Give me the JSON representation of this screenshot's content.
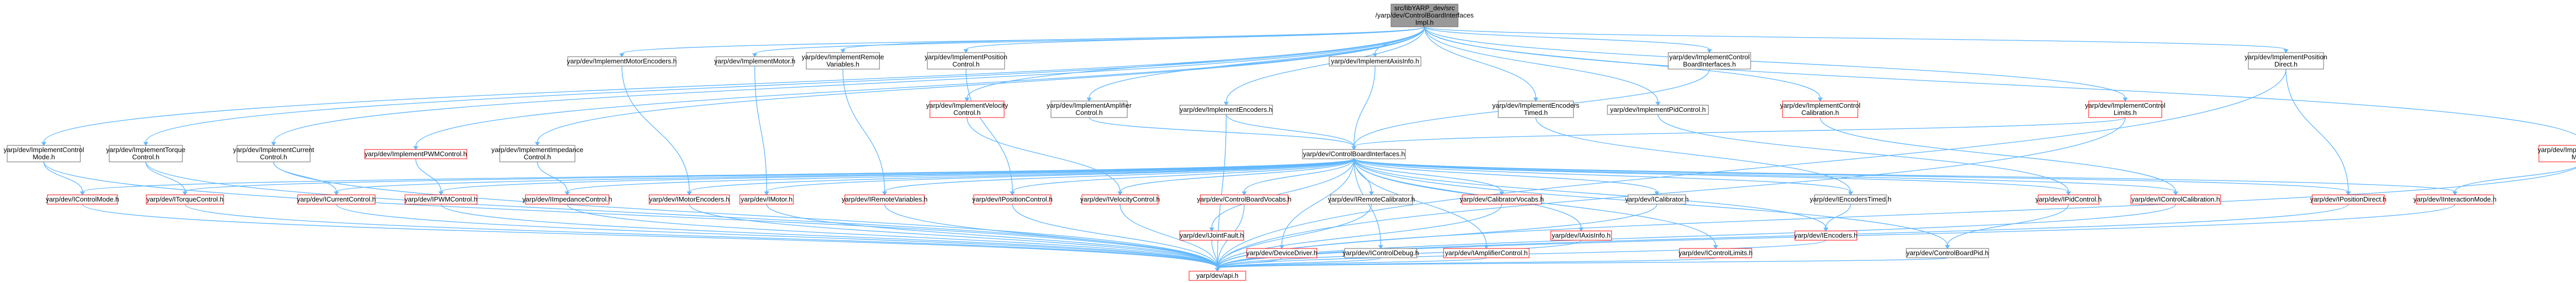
{
  "graph": {
    "root": "src/libYARP_dev/src/yarp/dev/ControlBoardInterfacesImpl.h",
    "nodes": [
      {
        "id": "root",
        "label": "src/libYARP_dev/src\n/yarp/dev/ControlBoardInterfaces\nImpl.h",
        "kind": "root"
      },
      {
        "id": "n1",
        "label": "yarp/dev/ImplementControl\nMode.h",
        "kind": "plain"
      },
      {
        "id": "n2",
        "label": "yarp/dev/ImplementTorque\nControl.h",
        "kind": "plain"
      },
      {
        "id": "n3",
        "label": "yarp/dev/ImplementCurrent\nControl.h",
        "kind": "plain"
      },
      {
        "id": "n4",
        "label": "yarp/dev/ImplementPWMControl.h",
        "kind": "documented"
      },
      {
        "id": "n5",
        "label": "yarp/dev/ImplementImpedance\nControl.h",
        "kind": "plain"
      },
      {
        "id": "n6",
        "label": "yarp/dev/ImplementMotorEncoders.h",
        "kind": "plain"
      },
      {
        "id": "n7",
        "label": "yarp/dev/ImplementMotor.h",
        "kind": "plain"
      },
      {
        "id": "n8",
        "label": "yarp/dev/ImplementRemote\nVariables.h",
        "kind": "plain"
      },
      {
        "id": "n9",
        "label": "yarp/dev/ImplementPosition\nControl.h",
        "kind": "plain"
      },
      {
        "id": "n10",
        "label": "yarp/dev/ImplementVelocity\nControl.h",
        "kind": "documented"
      },
      {
        "id": "n11",
        "label": "yarp/dev/ImplementAmplifier\nControl.h",
        "kind": "plain"
      },
      {
        "id": "n12",
        "label": "yarp/dev/ImplementEncoders.h",
        "kind": "plain"
      },
      {
        "id": "n13",
        "label": "yarp/dev/ImplementAxisInfo.h",
        "kind": "plain"
      },
      {
        "id": "n14",
        "label": "yarp/dev/ImplementEncoders\nTimed.h",
        "kind": "plain"
      },
      {
        "id": "n15",
        "label": "yarp/dev/ImplementControl\nBoardInterfaces.h",
        "kind": "plain"
      },
      {
        "id": "n16",
        "label": "yarp/dev/ImplementPidControl.h",
        "kind": "plain"
      },
      {
        "id": "n17",
        "label": "yarp/dev/ImplementControl\nCalibration.h",
        "kind": "documented"
      },
      {
        "id": "n18",
        "label": "yarp/dev/ImplementControl\nLimits.h",
        "kind": "documented"
      },
      {
        "id": "n19",
        "label": "yarp/dev/ImplementPosition\nDirect.h",
        "kind": "plain"
      },
      {
        "id": "n20",
        "label": "yarp/dev/ImplementInteraction\nMode.h",
        "kind": "documented"
      },
      {
        "id": "hub",
        "label": "yarp/dev/ControlBoardInterfaces.h",
        "kind": "plain"
      },
      {
        "id": "a1",
        "label": "yarp/dev/IControlMode.h",
        "kind": "documented"
      },
      {
        "id": "a2",
        "label": "yarp/dev/ITorqueControl.h",
        "kind": "documented"
      },
      {
        "id": "a3",
        "label": "yarp/dev/ICurrentControl.h",
        "kind": "documented"
      },
      {
        "id": "a4",
        "label": "yarp/dev/IPWMControl.h",
        "kind": "documented"
      },
      {
        "id": "a5",
        "label": "yarp/dev/IImpedanceControl.h",
        "kind": "documented"
      },
      {
        "id": "a6",
        "label": "yarp/dev/IMotorEncoders.h",
        "kind": "documented"
      },
      {
        "id": "a7",
        "label": "yarp/dev/IMotor.h",
        "kind": "documented"
      },
      {
        "id": "a8",
        "label": "yarp/dev/IRemoteVariables.h",
        "kind": "documented"
      },
      {
        "id": "a9",
        "label": "yarp/dev/IPositionControl.h",
        "kind": "documented"
      },
      {
        "id": "a10",
        "label": "yarp/dev/IVelocityControl.h",
        "kind": "documented"
      },
      {
        "id": "a11",
        "label": "yarp/dev/ControlBoardVocabs.h",
        "kind": "documented"
      },
      {
        "id": "a12",
        "label": "yarp/dev/IRemoteCalibrator.h",
        "kind": "plain"
      },
      {
        "id": "a13",
        "label": "yarp/dev/CalibratorVocabs.h",
        "kind": "documented"
      },
      {
        "id": "a14",
        "label": "yarp/dev/ICalibrator.h",
        "kind": "plain"
      },
      {
        "id": "a15",
        "label": "yarp/dev/IEncodersTimed.h",
        "kind": "plain"
      },
      {
        "id": "a16",
        "label": "yarp/dev/IPidControl.h",
        "kind": "documented"
      },
      {
        "id": "a17",
        "label": "yarp/dev/IControlCalibration.h",
        "kind": "documented"
      },
      {
        "id": "a18",
        "label": "yarp/dev/IPositionDirect.h",
        "kind": "documented"
      },
      {
        "id": "a19",
        "label": "yarp/dev/IInteractionMode.h",
        "kind": "documented"
      },
      {
        "id": "b1",
        "label": "yarp/dev/IJointFault.h",
        "kind": "documented"
      },
      {
        "id": "b2",
        "label": "yarp/dev/DeviceDriver.h",
        "kind": "documented"
      },
      {
        "id": "b3",
        "label": "yarp/dev/IControlDebug.h",
        "kind": "plain"
      },
      {
        "id": "b4",
        "label": "yarp/dev/IAmplifierControl.h",
        "kind": "documented"
      },
      {
        "id": "b5",
        "label": "yarp/dev/IAxisInfo.h",
        "kind": "documented"
      },
      {
        "id": "b6",
        "label": "yarp/dev/IControlLimits.h",
        "kind": "documented"
      },
      {
        "id": "b7",
        "label": "yarp/dev/IEncoders.h",
        "kind": "documented"
      },
      {
        "id": "b8",
        "label": "yarp/dev/ControlBoardPid.h",
        "kind": "plain"
      },
      {
        "id": "api",
        "label": "yarp/dev/api.h",
        "kind": "documented"
      }
    ]
  },
  "colors": {
    "edge": "#63b8ff",
    "root_fill": "#999999",
    "border": "#666666",
    "documented_border": "#ff0000"
  }
}
